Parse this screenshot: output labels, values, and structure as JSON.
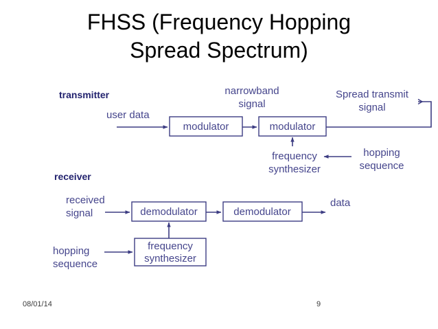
{
  "slide": {
    "title": "FHSS (Frequency Hopping Spread Spectrum)",
    "title_line1": "FHSS (Frequency Hopping",
    "title_line2": "Spread Spectrum)"
  },
  "colors": {
    "title": "#000000",
    "diagram_text": "#45458C",
    "section_label": "#22226E",
    "box_stroke": "#3C3C82",
    "background": "#FFFFFF",
    "footer": "#3A3A3A"
  },
  "transmitter": {
    "section_label": "transmitter",
    "input_label": "user data",
    "box1_label": "modulator",
    "mid_label_line1": "narrowband",
    "mid_label_line2": "signal",
    "box2_label": "modulator",
    "output_label_line1": "Spread transmit",
    "output_label_line2": "signal",
    "synth_label_line1": "frequency",
    "synth_label_line2": "synthesizer",
    "hopping_label_line1": "hopping",
    "hopping_label_line2": "sequence"
  },
  "receiver": {
    "section_label": "receiver",
    "input_label_line1": "received",
    "input_label_line2": "signal",
    "box1_label": "demodulator",
    "box2_label": "demodulator",
    "output_label": "data",
    "synth_label_line1": "frequency",
    "synth_label_line2": "synthesizer",
    "hopping_label_line1": "hopping",
    "hopping_label_line2": "sequence"
  },
  "footer": {
    "date": "08/01/14",
    "page_number": "9"
  }
}
